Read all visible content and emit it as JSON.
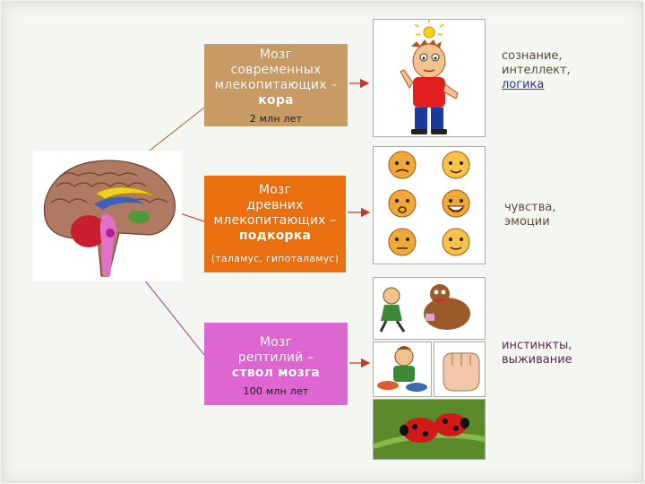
{
  "levels": [
    {
      "lines": [
        "Мозг",
        "современных",
        "млекопитающих –"
      ],
      "bold": "кора",
      "note": "2 млн лет",
      "color": "#c89a64",
      "functions": [
        "сознание,",
        "интеллект,",
        "логика"
      ]
    },
    {
      "lines": [
        "Мозг",
        "древних",
        "млекопитающих –"
      ],
      "bold": "подкорка",
      "note": "(таламус, гипоталамус)",
      "color": "#e96f0f",
      "functions": [
        "чувства,",
        "эмоции"
      ]
    },
    {
      "lines": [
        "Мозг",
        "рептилий –"
      ],
      "bold": "ствол мозга",
      "note": "100 млн лет",
      "color": "#dd66d0",
      "functions": [
        "инстинкты,",
        "выживание"
      ]
    }
  ],
  "images": {
    "brain": "brain-cross-section",
    "thinker": "thinking-man-with-lightbulb",
    "faces": "emotion-faces",
    "instinct": [
      "fleeing-animals",
      "eating-man",
      "fist",
      "ladybugs"
    ]
  },
  "colors": {
    "arrow": "#c0392b",
    "background": "#eef2ea"
  }
}
